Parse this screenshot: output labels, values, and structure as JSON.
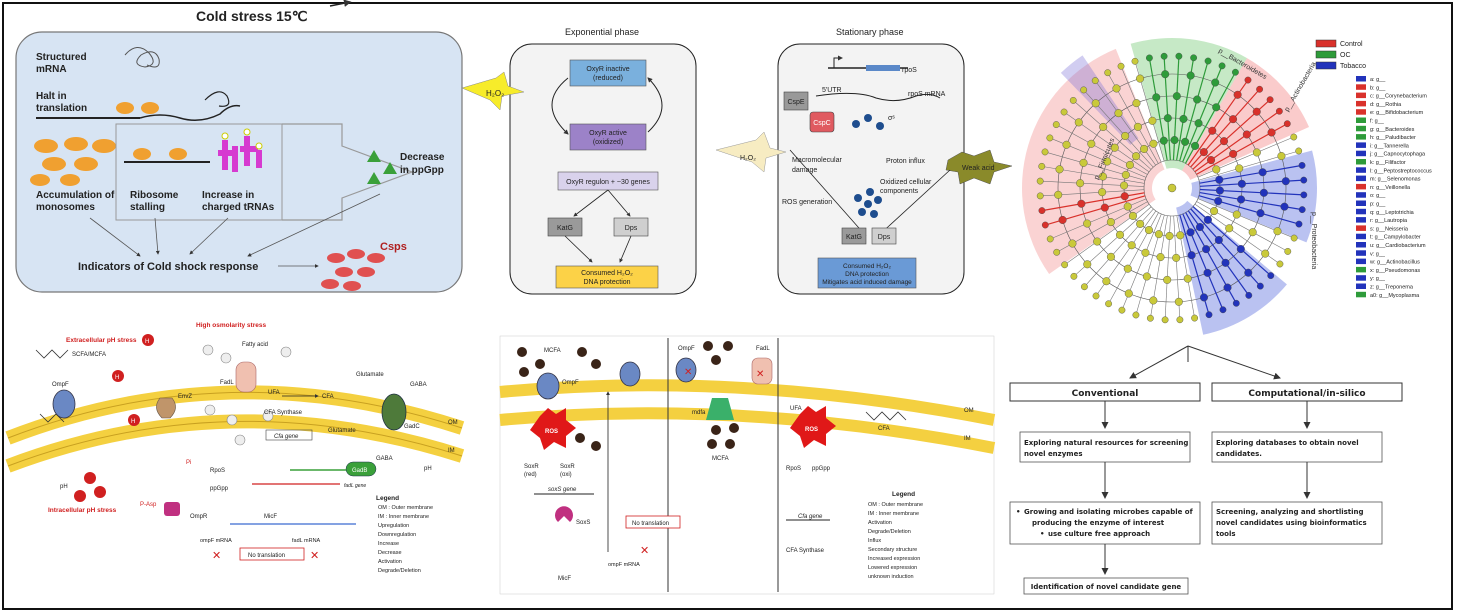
{
  "cold": {
    "title": "Cold stress 15℃",
    "structured_mrna": [
      "Structured",
      "mRNA"
    ],
    "halt": [
      "Halt in",
      "translation"
    ],
    "accumulation": [
      "Accumulation of",
      "monosomes"
    ],
    "ribosome": [
      "Ribosome",
      "stalling"
    ],
    "trna": [
      "Increase in",
      "charged tRNAs"
    ],
    "ppgpp": [
      "Decrease",
      "in ppGpp"
    ],
    "indicators": "Indicators of Cold shock response",
    "csps": "Csps"
  },
  "oxidative": {
    "exp_title": "Exponential phase",
    "stat_title": "Stationary phase",
    "h2o2": "H₂O₂",
    "oxyr_inactive": [
      "OxyR inactive",
      "(reduced)"
    ],
    "oxyr_active": [
      "OxyR active",
      "(oxidized)"
    ],
    "regulon": "OxyR regulon + ~30 genes",
    "katg": "KatG",
    "dps": "Dps",
    "consumed": [
      "Consumed H₂O₂",
      "DNA protection"
    ],
    "rpos": "rpoS",
    "utr": "5'UTR",
    "cspe": "CspE",
    "cspc": "CspC",
    "rpos_mrna": "rpoS mRNA",
    "sigma": "σˢ",
    "macro": [
      "Macromolecular",
      "damage"
    ],
    "proton": "Proton influx",
    "weak_acid": "Weak acid",
    "oxidized_comp": [
      "Oxidized cellular",
      "components"
    ],
    "ros_gen": "ROS generation",
    "stat_box": [
      "Consumed H₂O₂",
      "DNA protection",
      "Mitigates acid induced damage"
    ]
  },
  "cladogram": {
    "legend": [
      {
        "label": "Control",
        "color": "#d9312b"
      },
      {
        "label": "OC",
        "color": "#2e9b3a"
      },
      {
        "label": "Tobacco",
        "color": "#2233bb"
      }
    ],
    "taxa": [
      {
        "label": "a: g__",
        "color": "#2233bb"
      },
      {
        "label": "b: g__",
        "color": "#d9312b"
      },
      {
        "label": "c: g__Corynebacterium",
        "color": "#d9312b"
      },
      {
        "label": "d: g__Rothia",
        "color": "#d9312b"
      },
      {
        "label": "e: g__Bifidobacterium",
        "color": "#d9312b"
      },
      {
        "label": "f: g__",
        "color": "#2e9b3a"
      },
      {
        "label": "g: g__Bacteroides",
        "color": "#2e9b3a"
      },
      {
        "label": "h: g__Paludibacter",
        "color": "#2e9b3a"
      },
      {
        "label": "i: g__Tannerella",
        "color": "#2233bb"
      },
      {
        "label": "j: g__Capnocytophaga",
        "color": "#2233bb"
      },
      {
        "label": "k: g__Filifactor",
        "color": "#2e9b3a"
      },
      {
        "label": "l: g__Peptostreptococcus",
        "color": "#2233bb"
      },
      {
        "label": "m: g__Selenomonas",
        "color": "#2233bb"
      },
      {
        "label": "n: g__Veillonella",
        "color": "#d9312b"
      },
      {
        "label": "o: g__",
        "color": "#2233bb"
      },
      {
        "label": "p: g__",
        "color": "#2233bb"
      },
      {
        "label": "q: g__Leptotrichia",
        "color": "#2233bb"
      },
      {
        "label": "r: g__Lautropia",
        "color": "#2233bb"
      },
      {
        "label": "s: g__Neisseria",
        "color": "#d9312b"
      },
      {
        "label": "t: g__Campylobacter",
        "color": "#2233bb"
      },
      {
        "label": "u: g__Cardiobacterium",
        "color": "#2233bb"
      },
      {
        "label": "v: g__",
        "color": "#2233bb"
      },
      {
        "label": "w: g__Actinobacillus",
        "color": "#2233bb"
      },
      {
        "label": "x: g__Pseudomonas",
        "color": "#2e9b3a"
      },
      {
        "label": "y: g__",
        "color": "#2233bb"
      },
      {
        "label": "z: g__Treponema",
        "color": "#2233bb"
      },
      {
        "label": "a0: g__Mycoplasma",
        "color": "#2e9b3a"
      }
    ],
    "sector_labels": {
      "firmicutes": "p__Firmicutes",
      "bacteroidetes": "p__Bacteroidetes",
      "actinobacteria": "p__Actinobacteria",
      "proteobacteria": "p__Proteobacteria"
    }
  },
  "acid": {
    "extracellular": "Extracellular pH stress",
    "high_osmolarity": "High osmolarity stress",
    "intracellular": "Intracellular pH stress",
    "scfa": "SCFA/MCFA",
    "ompf": "OmpF",
    "envz": "EnvZ",
    "fadl": "FadL",
    "fatty_acid": "Fatty acid",
    "ufa": "UFA",
    "cfa": "CFA",
    "cfa_synthase": "CFA Synthase",
    "cfa_gene": "Cfa gene",
    "glutamate": "Glutamate",
    "gaba": "GABA",
    "gadc": "GadC",
    "gadb": "GadB",
    "rpos": "RpoS",
    "ppgpp": "ppGpp",
    "pi": "Pi",
    "pasp": "P-Asp",
    "ompr": "OmpR",
    "micf": "MicF",
    "fadl_gene": "fadL gene",
    "ompf_mrna": "ompF mRNA",
    "fadl_mrna": "fadL mRNA",
    "no_translation": "No translation",
    "ph": "pH",
    "om": "OM",
    "im": "IM",
    "legend_title": "Legend",
    "legend": [
      "OM : Outer membrane",
      "IM : Inner membrane",
      "Upregulation",
      "Downregulation",
      "Increase",
      "Decrease",
      "Activation",
      "Degrade/Deletion"
    ]
  },
  "mcfa": {
    "mcfa": "MCFA",
    "ompf": "OmpF",
    "fadl": "FadL",
    "ros": "ROS",
    "soxr_red": [
      "SoxR",
      "(red)"
    ],
    "soxr_oxi": [
      "SoxR",
      "(oxi)"
    ],
    "soxs_gene": "soxS gene",
    "soxs": "SoxS",
    "micf": "MicF",
    "ompf_mrna": "ompF mRNA",
    "no_translation": "No translation",
    "mdfa": "mdfa",
    "ufa": "UFA",
    "cfa": "CFA",
    "rpos": "RpoS",
    "ppgpp": "ppGpp",
    "cfa_gene": "Cfa gene",
    "cfa_synthase": "CFA Synthase",
    "om": "OM",
    "im": "IM",
    "legend_title": "Legend",
    "legend": [
      "OM : Outer membrane",
      "IM : Inner membrane",
      "Activation",
      "Degrade/Deletion",
      "Influx",
      "Secondary structure",
      "Increased expression",
      "Lowered expression",
      "unknown induction"
    ]
  },
  "flow": {
    "conventional": "Conventional",
    "computational": "Computational/in-silico",
    "conv_steps": [
      "Exploring natural resources for screening",
      "novel enzymes"
    ],
    "comp_steps": [
      "Exploring databases to obtain novel",
      "candidates."
    ],
    "grow": [
      "Growing and isolating microbes capable of",
      "producing the enzyme of interest",
      "use culture free approach"
    ],
    "screen": [
      "Screening, analyzing and shortlisting",
      "novel candidates using bioinformatics",
      "tools"
    ],
    "ident": "Identification of novel candidate gene"
  }
}
